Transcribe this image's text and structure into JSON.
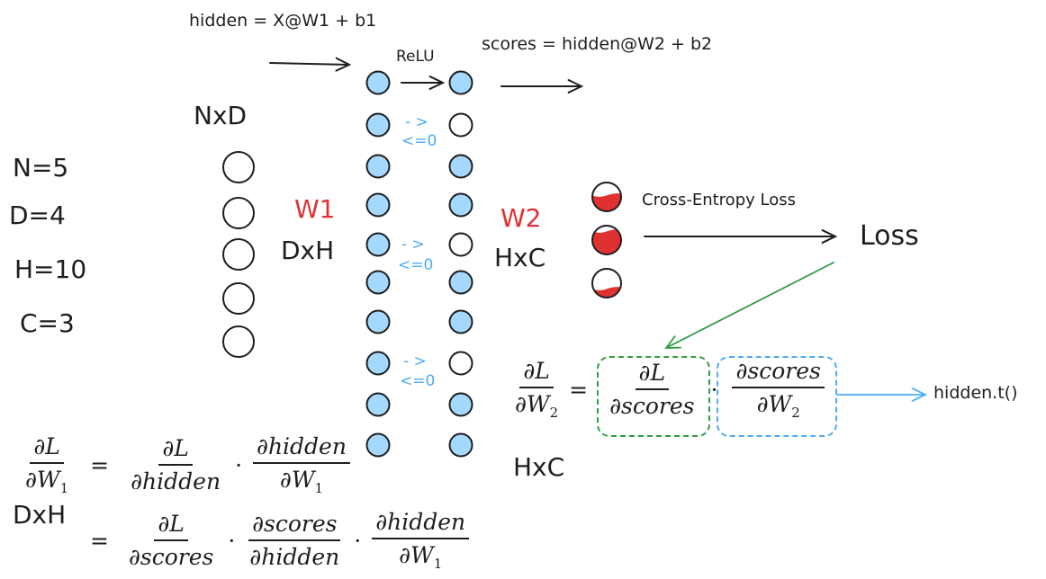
{
  "title_formulas": {
    "hidden_eq": "hidden = X@W1 + b1",
    "relu": "ReLU",
    "scores_eq": "scores = hidden@W2 + b2"
  },
  "dimensions": {
    "input_shape": "NxD",
    "n": "N=5",
    "d": "D=4",
    "h": "H=10",
    "c": "C=3"
  },
  "weights": {
    "w1_label": "W1",
    "w1_shape": "DxH",
    "w2_label": "W2",
    "w2_shape": "HxC"
  },
  "relu_annotations": [
    {
      "arrow": "- >",
      "cond": "<=0"
    },
    {
      "arrow": "- >",
      "cond": "<=0"
    },
    {
      "arrow": "- >",
      "cond": "<=0"
    }
  ],
  "network": {
    "input_nodes": 5,
    "hidden_pre_nodes": 10,
    "hidden_post_active": [
      true,
      false,
      true,
      true,
      false,
      true,
      true,
      false,
      true,
      true
    ],
    "output_fill_levels": [
      0.55,
      0.8,
      0.3
    ]
  },
  "loss": {
    "loss_fn_label": "Cross-Entropy Loss",
    "loss_label": "Loss"
  },
  "grad_w2": {
    "lhs_num": "∂L",
    "lhs_den": "∂W",
    "lhs_den_sub": "2",
    "eq": "=",
    "t1_num": "∂L",
    "t1_den": "∂scores",
    "dot": "·",
    "t2_num": "∂scores",
    "t2_den": "∂W",
    "t2_den_sub": "2",
    "result": "hidden.t()",
    "shape": "HxC"
  },
  "grad_w1": {
    "lhs_num": "∂L",
    "lhs_den": "∂W",
    "lhs_den_sub": "1",
    "eq": "=",
    "a_num": "∂L",
    "a_den": "∂hidden",
    "dot": "·",
    "b_num": "∂hidden",
    "b_den": "∂W",
    "b_den_sub": "1",
    "shape": "DxH",
    "eq2": "=",
    "c_num": "∂L",
    "c_den": "∂scores",
    "d_num": "∂scores",
    "d_den": "∂hidden",
    "e_num": "∂hidden",
    "e_den": "∂W",
    "e_den_sub": "1"
  },
  "colors": {
    "ink": "#1e1e1e",
    "node_blue": "#a5d8ff",
    "accent_blue": "#4dabf7",
    "red": "#e03131",
    "green": "#2f9e44"
  }
}
